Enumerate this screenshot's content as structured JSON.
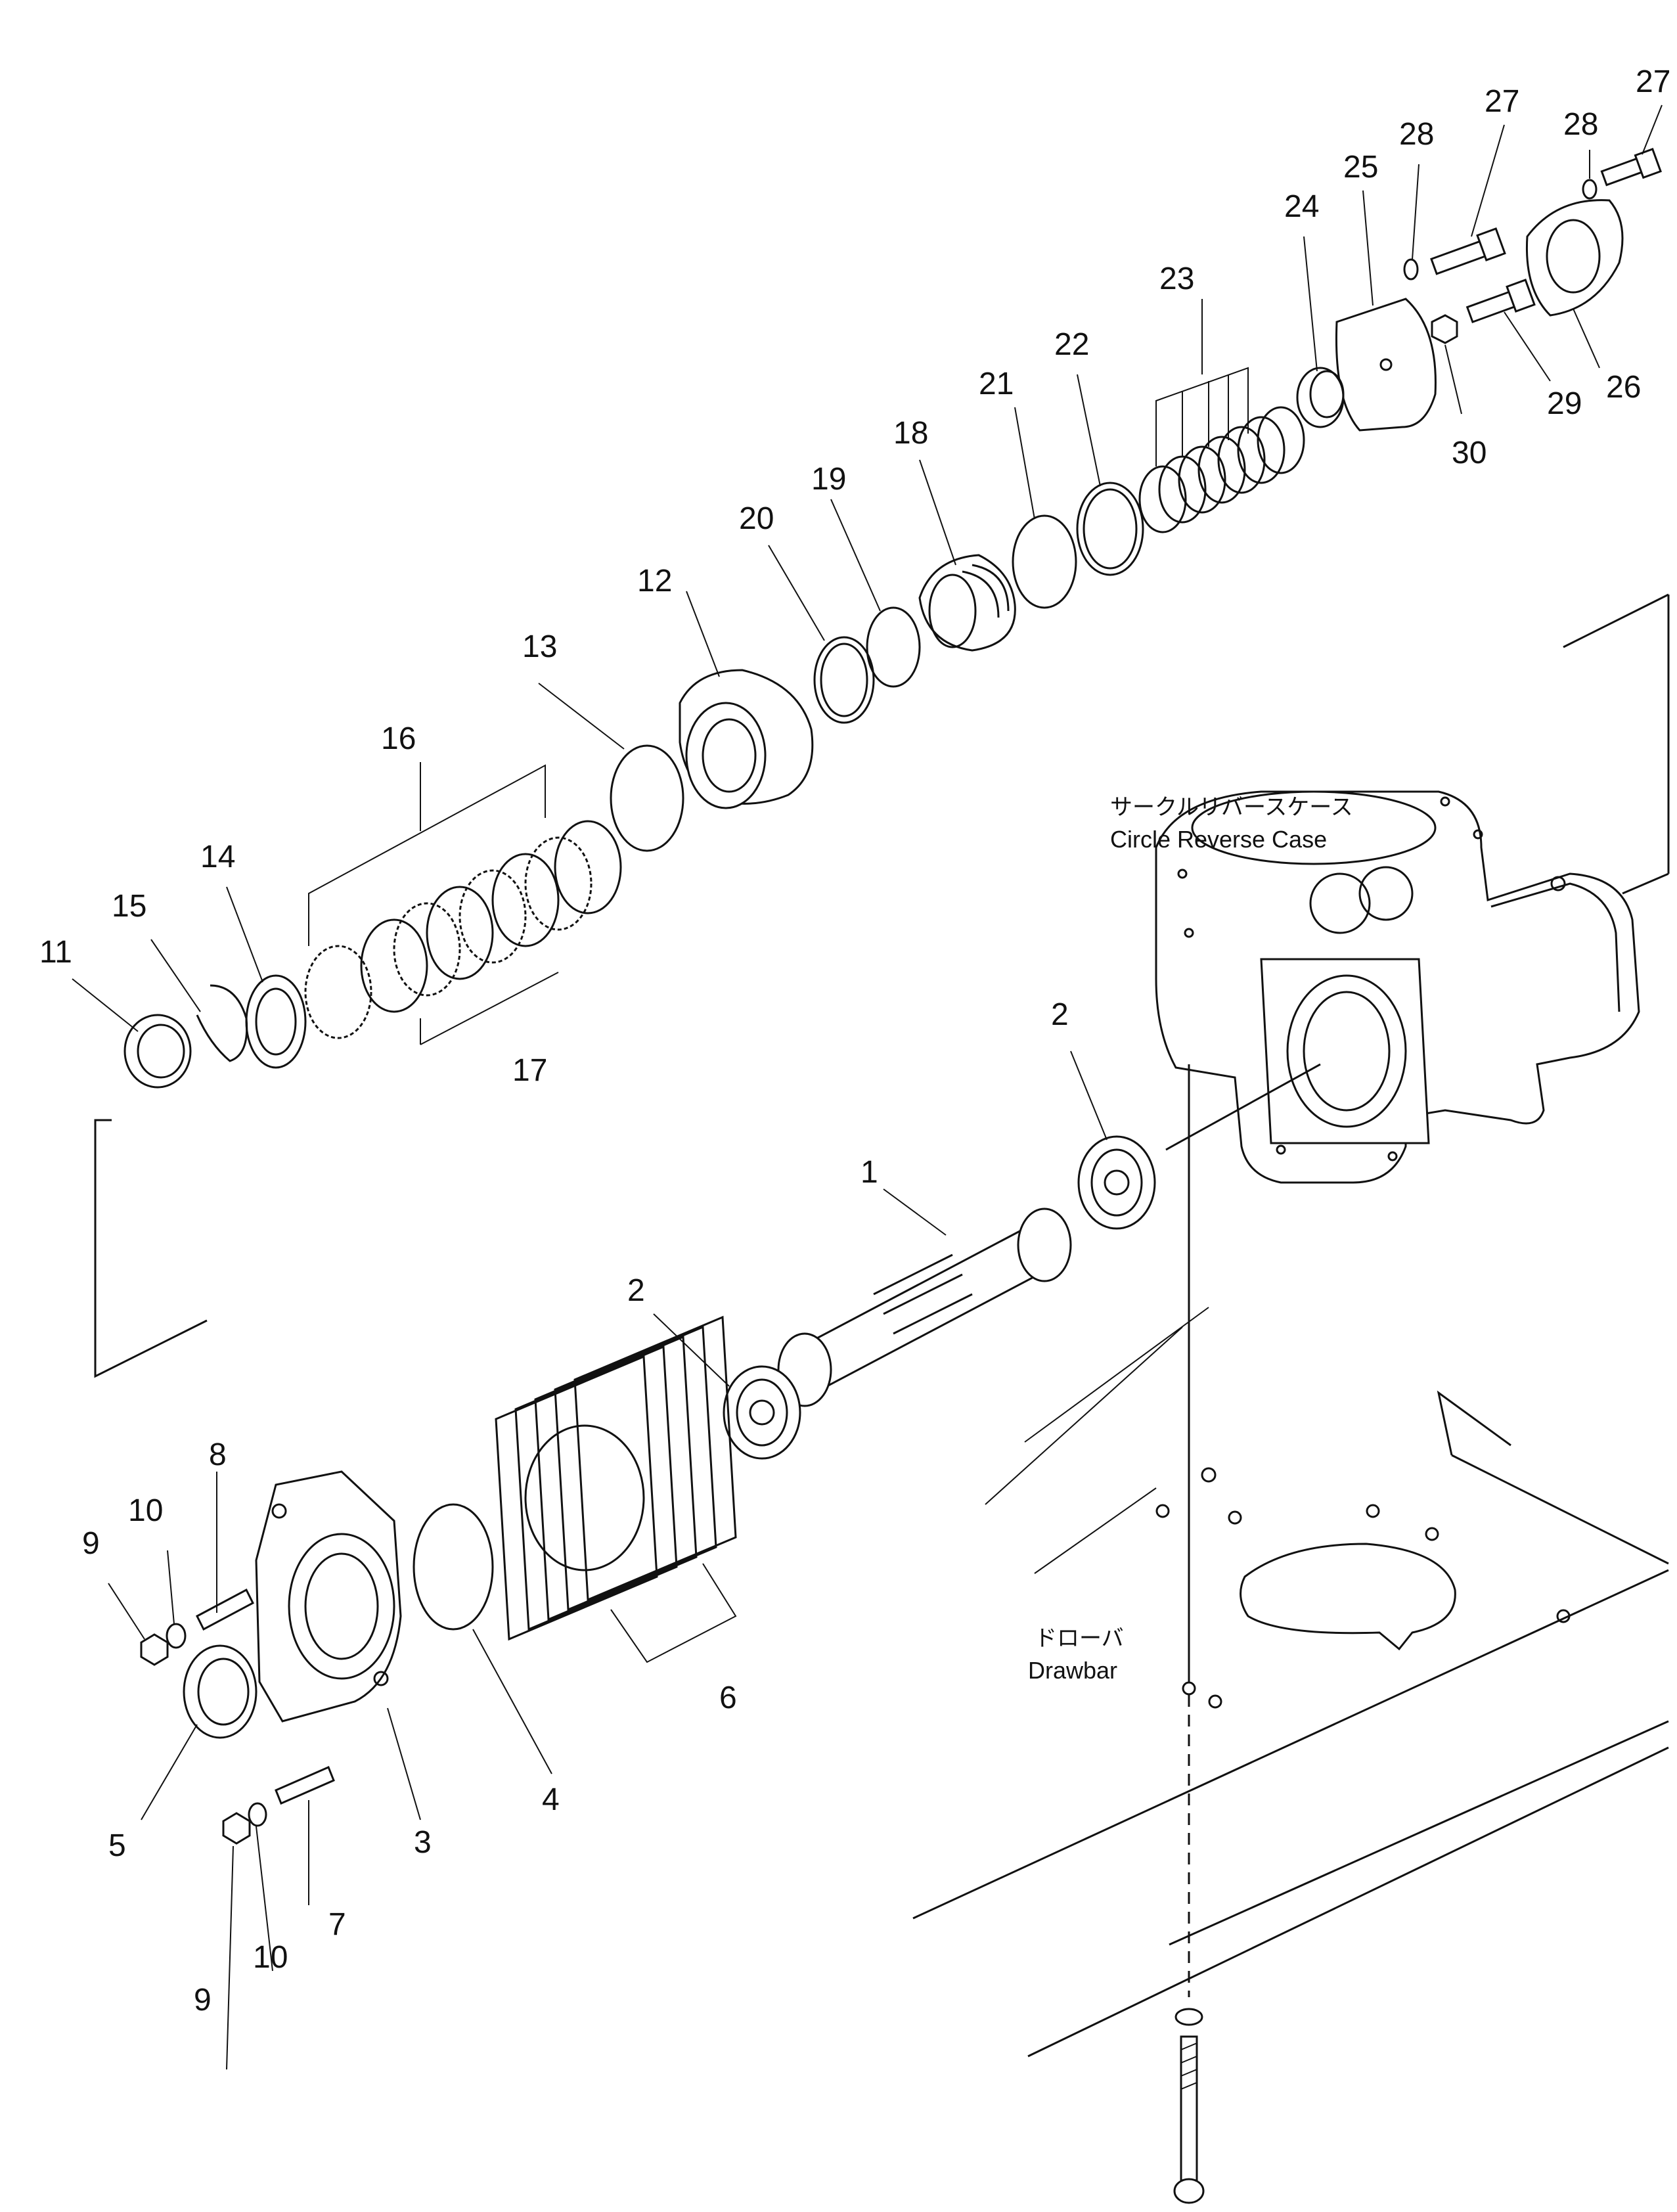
{
  "labels": {
    "p1": "1",
    "p2a": "2",
    "p2b": "2",
    "p3": "3",
    "p4": "4",
    "p5": "5",
    "p6": "6",
    "p7": "7",
    "p8": "8",
    "p9a": "9",
    "p9b": "9",
    "p10a": "10",
    "p10b": "10",
    "p11": "11",
    "p12": "12",
    "p13": "13",
    "p14": "14",
    "p15": "15",
    "p16": "16",
    "p17": "17",
    "p18": "18",
    "p19": "19",
    "p20": "20",
    "p21": "21",
    "p22": "22",
    "p23": "23",
    "p24": "24",
    "p25": "25",
    "p26": "26",
    "p27a": "27",
    "p27b": "27",
    "p28a": "28",
    "p28b": "28",
    "p29": "29",
    "p30": "30"
  },
  "case": {
    "jp": "サークルリバースケース",
    "en": "Circle Reverse Case"
  },
  "drawbar": {
    "jp": "ドローバ",
    "en": "Drawbar"
  }
}
